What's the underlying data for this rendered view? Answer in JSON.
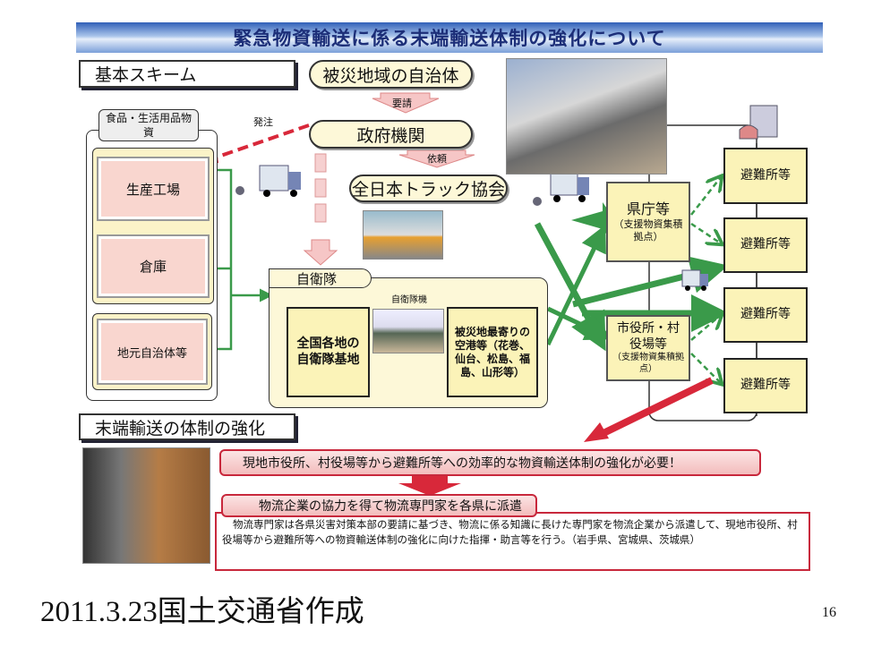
{
  "title": "緊急物資輸送に係る末端輸送体制の強化について",
  "sections": {
    "basic_scheme": "基本スキーム",
    "strengthening": "末端輸送の体制の強化"
  },
  "flow": {
    "disaster_municipality": "被災地域の自治体",
    "request": "要請",
    "government": "政府機関",
    "commission": "依頼",
    "truck_association": "全日本トラック協会",
    "order": "発注"
  },
  "supplies": {
    "label": "食品・生活用品物資",
    "items": [
      "生産工場",
      "倉庫",
      "地元自治体等"
    ]
  },
  "sdf": {
    "label": "自衛隊",
    "aircraft": "自衛隊機",
    "bases": "全国各地の自衛隊基地",
    "airports": "被災地最寄りの空港等（花巻、仙台、松島、福島、山形等）"
  },
  "hubs": [
    {
      "name": "県庁等",
      "sub": "（支援物資集積拠点）"
    },
    {
      "name": "市役所・村役場等",
      "sub": "（支援物資集積拠点）"
    }
  ],
  "shelters": [
    "避難所等",
    "避難所等",
    "避難所等",
    "避難所等"
  ],
  "banner1": "現地市役所、村役場等から避難所等への効率的な物資輸送体制の強化が必要！",
  "banner2": "物流企業の協力を得て物流専門家を各県に派遣",
  "description": "物流専門家は各県災害対策本部の要請に基づき、物流に係る知識に長けた専門家を物流企業から派遣して、現地市役所、村役場等から避難所等への物資輸送体制の強化に向けた指揮・助言等を行う。（岩手県、宮城県、茨城県）",
  "footer": {
    "credit": "2011.3.23国土交通省作成",
    "page": "16"
  },
  "colors": {
    "green": "#3a9a4a",
    "red": "#d8283a",
    "title": "#1c2e78"
  }
}
